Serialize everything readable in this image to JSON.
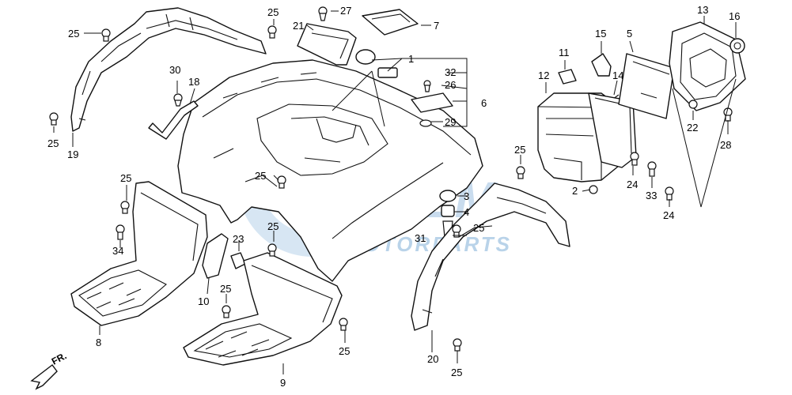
{
  "watermark": {
    "text": "MOTORPARTS",
    "logo_glyph": "OEM"
  },
  "direction_indicator": {
    "label": "FR."
  },
  "callouts": [
    {
      "id": "c1",
      "label": "1"
    },
    {
      "id": "c2",
      "label": "2"
    },
    {
      "id": "c3",
      "label": "3"
    },
    {
      "id": "c4",
      "label": "4"
    },
    {
      "id": "c5",
      "label": "5"
    },
    {
      "id": "c6",
      "label": "6"
    },
    {
      "id": "c7",
      "label": "7"
    },
    {
      "id": "c8",
      "label": "8"
    },
    {
      "id": "c9",
      "label": "9"
    },
    {
      "id": "c10",
      "label": "10"
    },
    {
      "id": "c11",
      "label": "11"
    },
    {
      "id": "c12",
      "label": "12"
    },
    {
      "id": "c13",
      "label": "13"
    },
    {
      "id": "c14",
      "label": "14"
    },
    {
      "id": "c15",
      "label": "15"
    },
    {
      "id": "c16",
      "label": "16"
    },
    {
      "id": "c18",
      "label": "18"
    },
    {
      "id": "c19",
      "label": "19"
    },
    {
      "id": "c20",
      "label": "20"
    },
    {
      "id": "c21",
      "label": "21"
    },
    {
      "id": "c22",
      "label": "22"
    },
    {
      "id": "c23",
      "label": "23"
    },
    {
      "id": "c24a",
      "label": "24"
    },
    {
      "id": "c24b",
      "label": "24"
    },
    {
      "id": "c25a",
      "label": "25"
    },
    {
      "id": "c25b",
      "label": "25"
    },
    {
      "id": "c25c",
      "label": "25"
    },
    {
      "id": "c25d",
      "label": "25"
    },
    {
      "id": "c25e",
      "label": "25"
    },
    {
      "id": "c25f",
      "label": "25"
    },
    {
      "id": "c25g",
      "label": "25"
    },
    {
      "id": "c25h",
      "label": "25"
    },
    {
      "id": "c25i",
      "label": "25"
    },
    {
      "id": "c25j",
      "label": "25"
    },
    {
      "id": "c25k",
      "label": "25"
    },
    {
      "id": "c25l",
      "label": "25"
    },
    {
      "id": "c26",
      "label": "26"
    },
    {
      "id": "c27",
      "label": "27"
    },
    {
      "id": "c28",
      "label": "28"
    },
    {
      "id": "c29",
      "label": "29"
    },
    {
      "id": "c30",
      "label": "30"
    },
    {
      "id": "c31",
      "label": "31"
    },
    {
      "id": "c32",
      "label": "32"
    },
    {
      "id": "c33",
      "label": "33"
    },
    {
      "id": "c34",
      "label": "34"
    }
  ]
}
